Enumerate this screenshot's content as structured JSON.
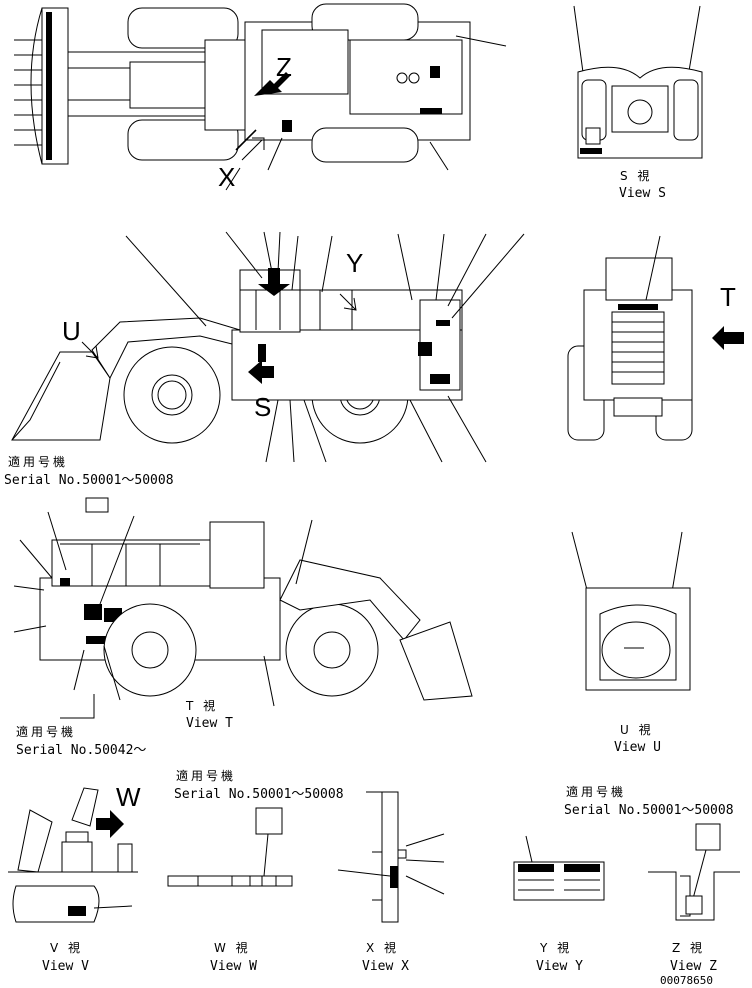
{
  "colors": {
    "ink": "#000000",
    "paper": "#ffffff"
  },
  "callout_letters": {
    "x_top": "X",
    "z": "Z",
    "y": "Y",
    "u": "U",
    "s": "S",
    "t": "T",
    "w": "W"
  },
  "notes": {
    "note1": {
      "jp": "適用号機",
      "serial": "Serial No.50001～50008"
    },
    "note2": {
      "jp": "適用号機",
      "serial": "Serial No.50042～"
    },
    "note3": {
      "jp": "適用号機",
      "serial": "Serial No.50001～50008"
    },
    "note4": {
      "jp": "適用号機",
      "serial": "Serial No.50001～50008"
    }
  },
  "views": {
    "s": {
      "jp": "S 視",
      "en": "View S"
    },
    "t": {
      "jp": "T 視",
      "en": "View T"
    },
    "u": {
      "jp": "U 視",
      "en": "View U"
    },
    "v": {
      "jp": "V 視",
      "en": "View V"
    },
    "w": {
      "jp": "W 視",
      "en": "View W"
    },
    "x": {
      "jp": "X 視",
      "en": "View X"
    },
    "y": {
      "jp": "Y 視",
      "en": "View Y"
    },
    "z": {
      "jp": "Z 視",
      "en": "View Z"
    }
  },
  "drawing_number": "00078650"
}
